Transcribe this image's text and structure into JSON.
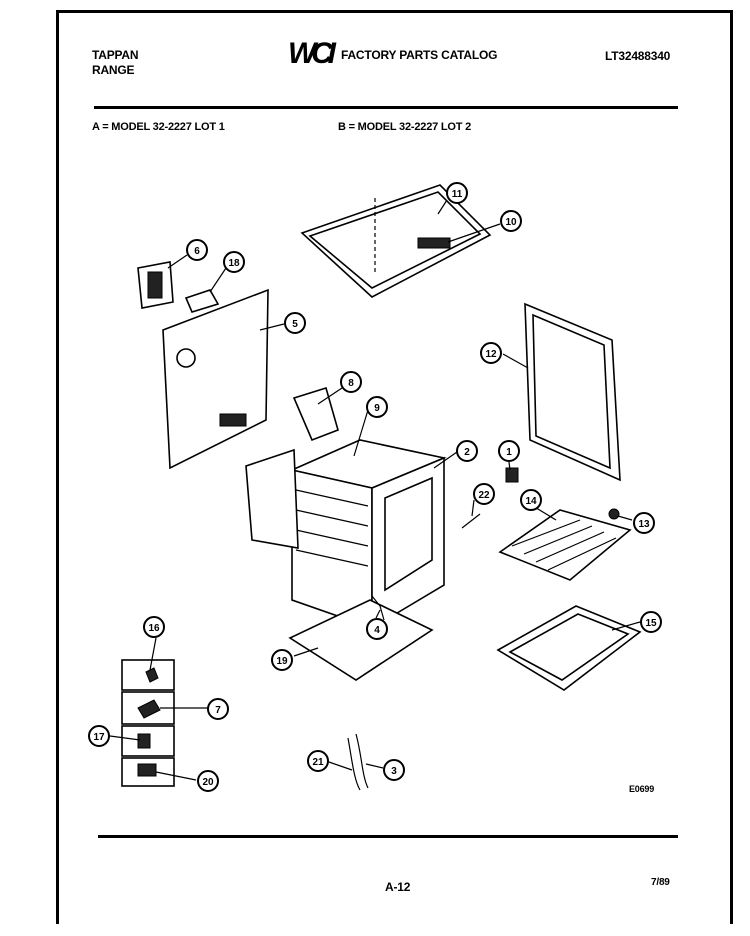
{
  "header": {
    "brand_line1": "TAPPAN",
    "brand_line2": "RANGE",
    "logo_text": "WCI",
    "catalog_title": "FACTORY PARTS CATALOG",
    "catalog_number": "LT32488340"
  },
  "models": {
    "model_a": "A = MODEL 32-2227 LOT 1",
    "model_b": "B = MODEL 32-2227 LOT 2"
  },
  "callouts": [
    "11",
    "10",
    "6",
    "18",
    "5",
    "12",
    "8",
    "9",
    "2",
    "1",
    "22",
    "14",
    "13",
    "4",
    "19",
    "15",
    "16",
    "7",
    "17",
    "20",
    "21",
    "3"
  ],
  "diagram_code": "E0699",
  "footer": {
    "page_number": "A-12",
    "date": "7/89"
  }
}
